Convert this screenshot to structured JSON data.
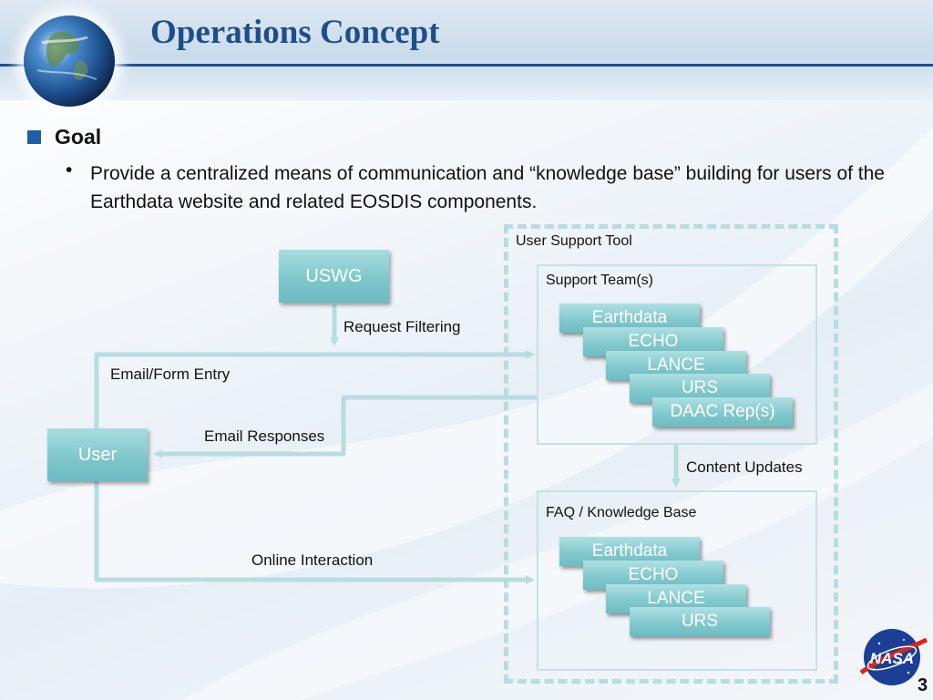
{
  "slide": {
    "title": "Operations Concept",
    "goal_label": "Goal",
    "goal_text": "Provide a centralized means of communication and “knowledge base” building for users of the Earthdata website and related EOSDIS components.",
    "page_number": "3"
  },
  "diagram": {
    "user_support_tool": "User Support Tool",
    "support_teams": "Support Team(s)",
    "faq_kb": "FAQ / Knowledge Base",
    "uswg": "USWG",
    "user": "User",
    "request_filtering": "Request Filtering",
    "email_form_entry": "Email/Form Entry",
    "email_responses": "Email Responses",
    "content_updates": "Content Updates",
    "online_interaction": "Online Interaction",
    "support_stack": [
      "Earthdata",
      "ECHO",
      "LANCE",
      "URS",
      "DAAC Rep(s)"
    ],
    "kb_stack": [
      "Earthdata",
      "ECHO",
      "LANCE",
      "URS"
    ]
  },
  "logo": {
    "name": "NASA",
    "icon": "nasa-meatball-logo"
  },
  "colors": {
    "title": "#1f4f8a",
    "box": "#7fc7cb",
    "arrow": "#b7dde0",
    "bullet": "#1f5fa8"
  }
}
